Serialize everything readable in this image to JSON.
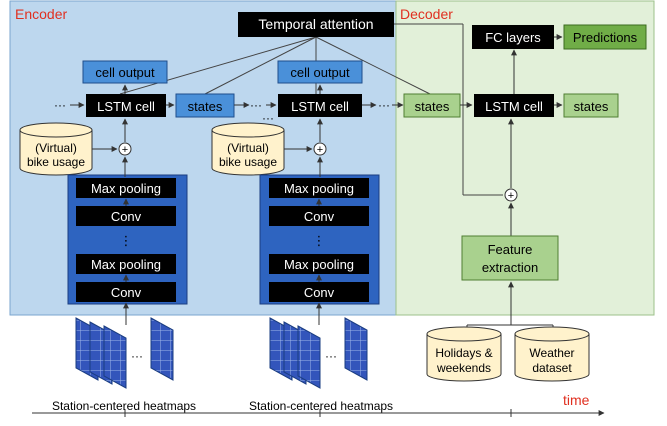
{
  "sections": {
    "encoder": "Encoder",
    "decoder": "Decoder"
  },
  "nodes": {
    "temporal_attention": "Temporal attention",
    "cell_output": "cell output",
    "lstm_cell": "LSTM cell",
    "states": "states",
    "virtual_usage_line1": "(Virtual)",
    "virtual_usage_line2": "bike usage",
    "max_pooling": "Max pooling",
    "conv": "Conv",
    "fc_layers": "FC layers",
    "predictions": "Predictions",
    "feature_extraction_line1": "Feature",
    "feature_extraction_line2": "extraction",
    "holidays_line1": "Holidays &",
    "holidays_line2": "weekends",
    "weather_line1": "Weather",
    "weather_line2": "dataset",
    "heatmaps_label": "Station-centered heatmaps",
    "time_label": "time",
    "ellipsis": "···",
    "vertical_dots": "⋮",
    "plus": "+"
  },
  "colors": {
    "encoder_bg": "#bdd7ee",
    "decoder_bg": "#e2f0d9",
    "section_label": "#e03020",
    "dark_box": "#000000",
    "blue_box": "#4a90d9",
    "green_box": "#a9d18e",
    "bright_green": "#70ad47",
    "cnn_panel": "#2e64c0",
    "cylinder": "#fff2cc",
    "heatmap": "#3355bb"
  }
}
